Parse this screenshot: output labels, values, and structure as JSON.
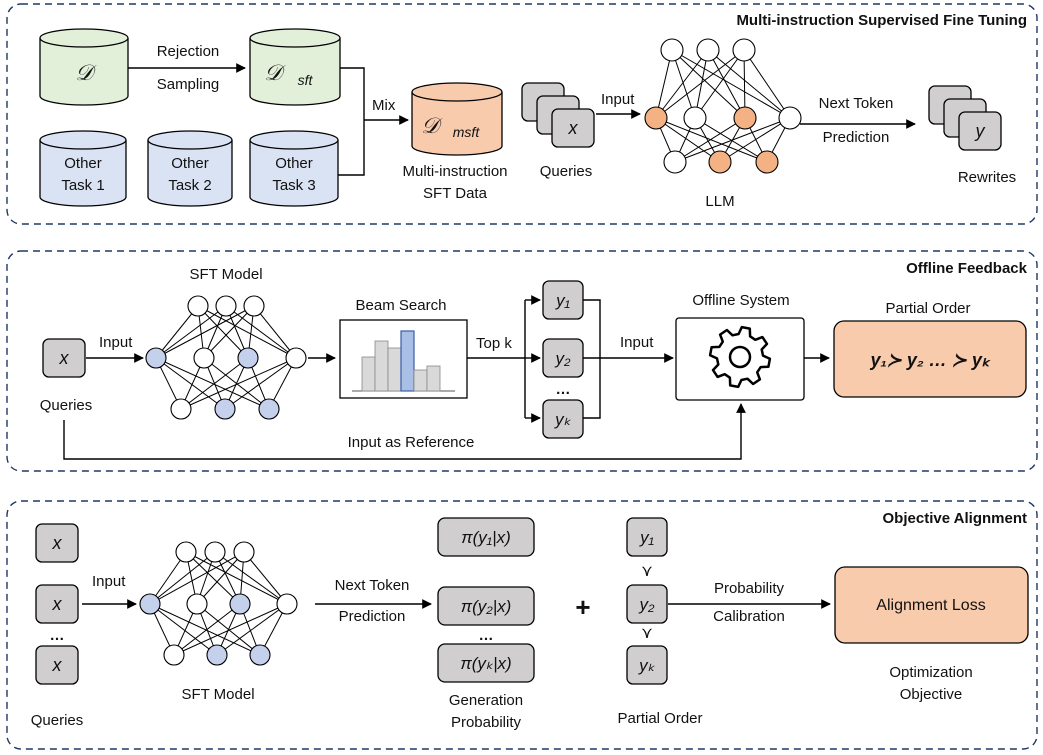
{
  "colors": {
    "border_dash": "#1f3864",
    "green_db": "#e2efd9",
    "blue_db": "#dae3f3",
    "orange": "#f8cbad",
    "gray_box": "#d0cece",
    "neuron_orange": "#f4b183",
    "neuron_blue": "#c5d1ec",
    "stroke": "#000000"
  },
  "section1": {
    "title": "Multi-instruction Supervised Fine Tuning",
    "db_d": "𝒟",
    "rejection_1": "Rejection",
    "rejection_2": "Sampling",
    "db_sft_main": "𝒟",
    "db_sft_sub": "sft",
    "other_task_1": [
      "Other",
      "Task 1"
    ],
    "other_task_2": [
      "Other",
      "Task 2"
    ],
    "other_task_3": [
      "Other",
      "Task 3"
    ],
    "mix": "Mix",
    "db_msft_main": "𝒟",
    "db_msft_sub": "msft",
    "msft_label_1": "Multi-instruction",
    "msft_label_2": "SFT Data",
    "query_x": "x",
    "queries": "Queries",
    "input": "Input",
    "llm": "LLM",
    "next_token_1": "Next Token",
    "next_token_2": "Prediction",
    "rewrite_y": "y",
    "rewrites": "Rewrites"
  },
  "section2": {
    "title": "Offline Feedback",
    "sft_model": "SFT Model",
    "query_x": "x",
    "queries": "Queries",
    "input": "Input",
    "beam_search": "Beam Search",
    "top_k": "Top k",
    "y_1": "y₁",
    "y_2": "y₂",
    "y_k": "yₖ",
    "dots": "…",
    "input2": "Input",
    "offline_system": "Offline System",
    "partial_order_label": "Partial Order",
    "partial_order_expr": "y₁≻ y₂ … ≻ yₖ",
    "input_as_reference": "Input as Reference"
  },
  "section3": {
    "title": "Objective Alignment",
    "query_x": "x",
    "dots": "…",
    "queries": "Queries",
    "input": "Input",
    "sft_model": "SFT Model",
    "next_token_1": "Next Token",
    "next_token_2": "Prediction",
    "pi_1": "π(y₁|x)",
    "pi_2": "π(y₂|x)",
    "pi_k": "π(yₖ|x)",
    "gen_prob_1": "Generation",
    "gen_prob_2": "Probability",
    "plus": "+",
    "y_1": "y₁",
    "y_2": "y₂",
    "y_k": "yₖ",
    "succ": "⋎",
    "partial_order": "Partial Order",
    "prob_cal_1": "Probability",
    "prob_cal_2": "Calibration",
    "alignment_loss": "Alignment Loss",
    "opt_obj_1": "Optimization",
    "opt_obj_2": "Objective"
  }
}
